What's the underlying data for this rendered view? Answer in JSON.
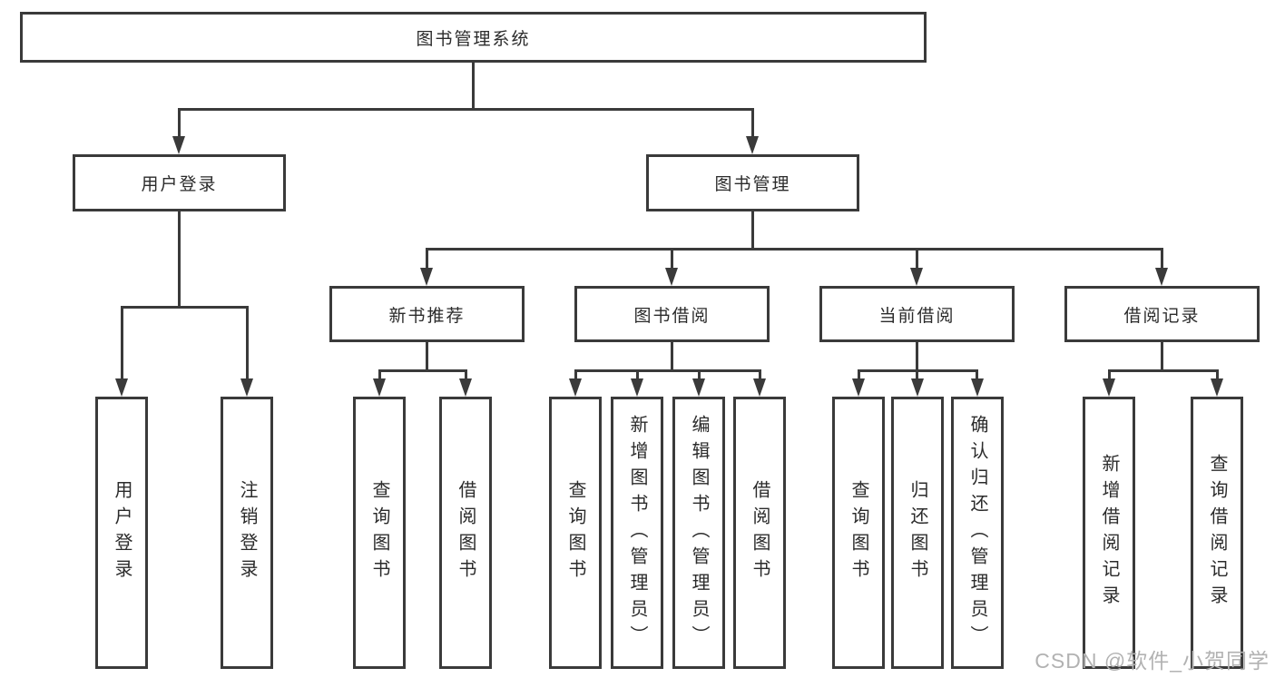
{
  "tree": {
    "label": "图书管理系统",
    "children": [
      {
        "label": "用户登录",
        "children": [
          {
            "label": "用户登录"
          },
          {
            "label": "注销登录"
          }
        ]
      },
      {
        "label": "图书管理",
        "children": [
          {
            "label": "新书推荐",
            "children": [
              {
                "label": "查询图书"
              },
              {
                "label": "借阅图书"
              }
            ]
          },
          {
            "label": "图书借阅",
            "children": [
              {
                "label": "查询图书"
              },
              {
                "label": "新增图书（管理员）"
              },
              {
                "label": "编辑图书（管理员）"
              },
              {
                "label": "借阅图书"
              }
            ]
          },
          {
            "label": "当前借阅",
            "children": [
              {
                "label": "查询图书"
              },
              {
                "label": "归还图书"
              },
              {
                "label": "确认归还（管理员）"
              }
            ]
          },
          {
            "label": "借阅记录",
            "children": [
              {
                "label": "新增借阅记录"
              },
              {
                "label": "查询借阅记录"
              }
            ]
          }
        ]
      }
    ]
  },
  "watermark": {
    "text": "CSDN @软件_小贺同学"
  },
  "colors": {
    "line": "#3a3a3a",
    "border": "#3a3a3a",
    "text": "#2b2b2b",
    "watermark": "#b2b2b2",
    "background": "#ffffff"
  }
}
